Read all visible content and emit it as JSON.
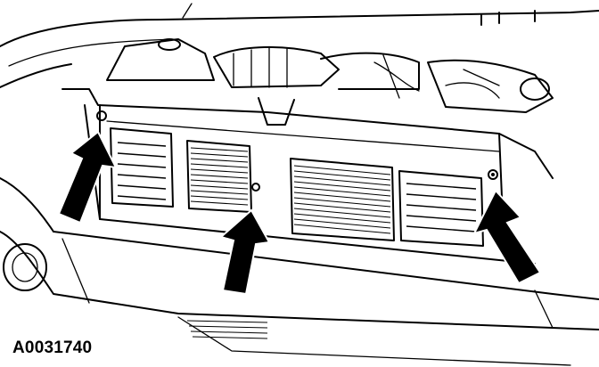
{
  "figure": {
    "id_label": "A0031740"
  },
  "callouts": {
    "arrow_count": 3,
    "fastener_count": 3
  },
  "colors": {
    "line": "#000000",
    "background": "#ffffff"
  }
}
